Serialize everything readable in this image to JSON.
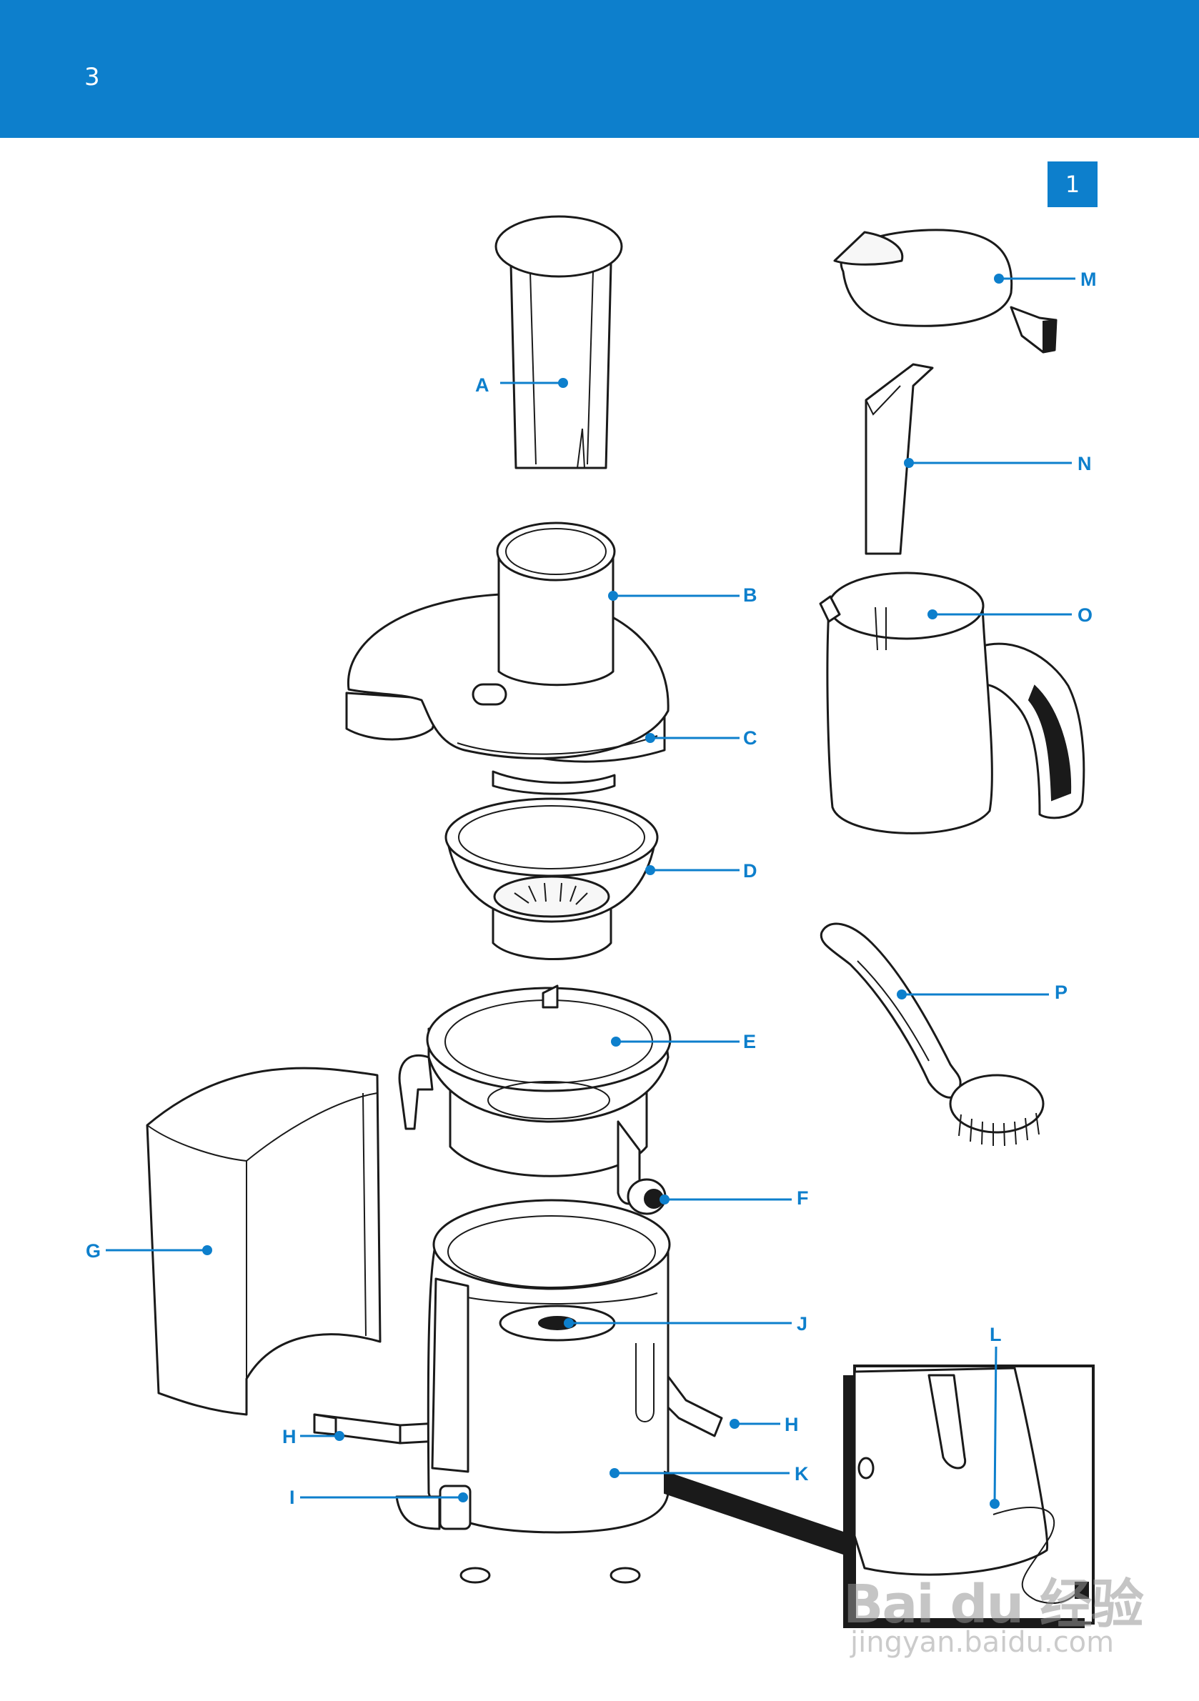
{
  "page": {
    "number": "3",
    "figure_number": "1"
  },
  "colors": {
    "brand": "#0d7fcc",
    "line": "#1a1a1a"
  },
  "labels": {
    "A": "A",
    "B": "B",
    "C": "C",
    "D": "D",
    "E": "E",
    "F": "F",
    "G": "G",
    "H": "H",
    "I": "I",
    "J": "J",
    "K": "K",
    "L": "L",
    "M": "M",
    "N": "N",
    "O": "O",
    "P": "P"
  },
  "watermark": {
    "logo": "Bai du 经验",
    "url": "jingyan.baidu.com"
  }
}
